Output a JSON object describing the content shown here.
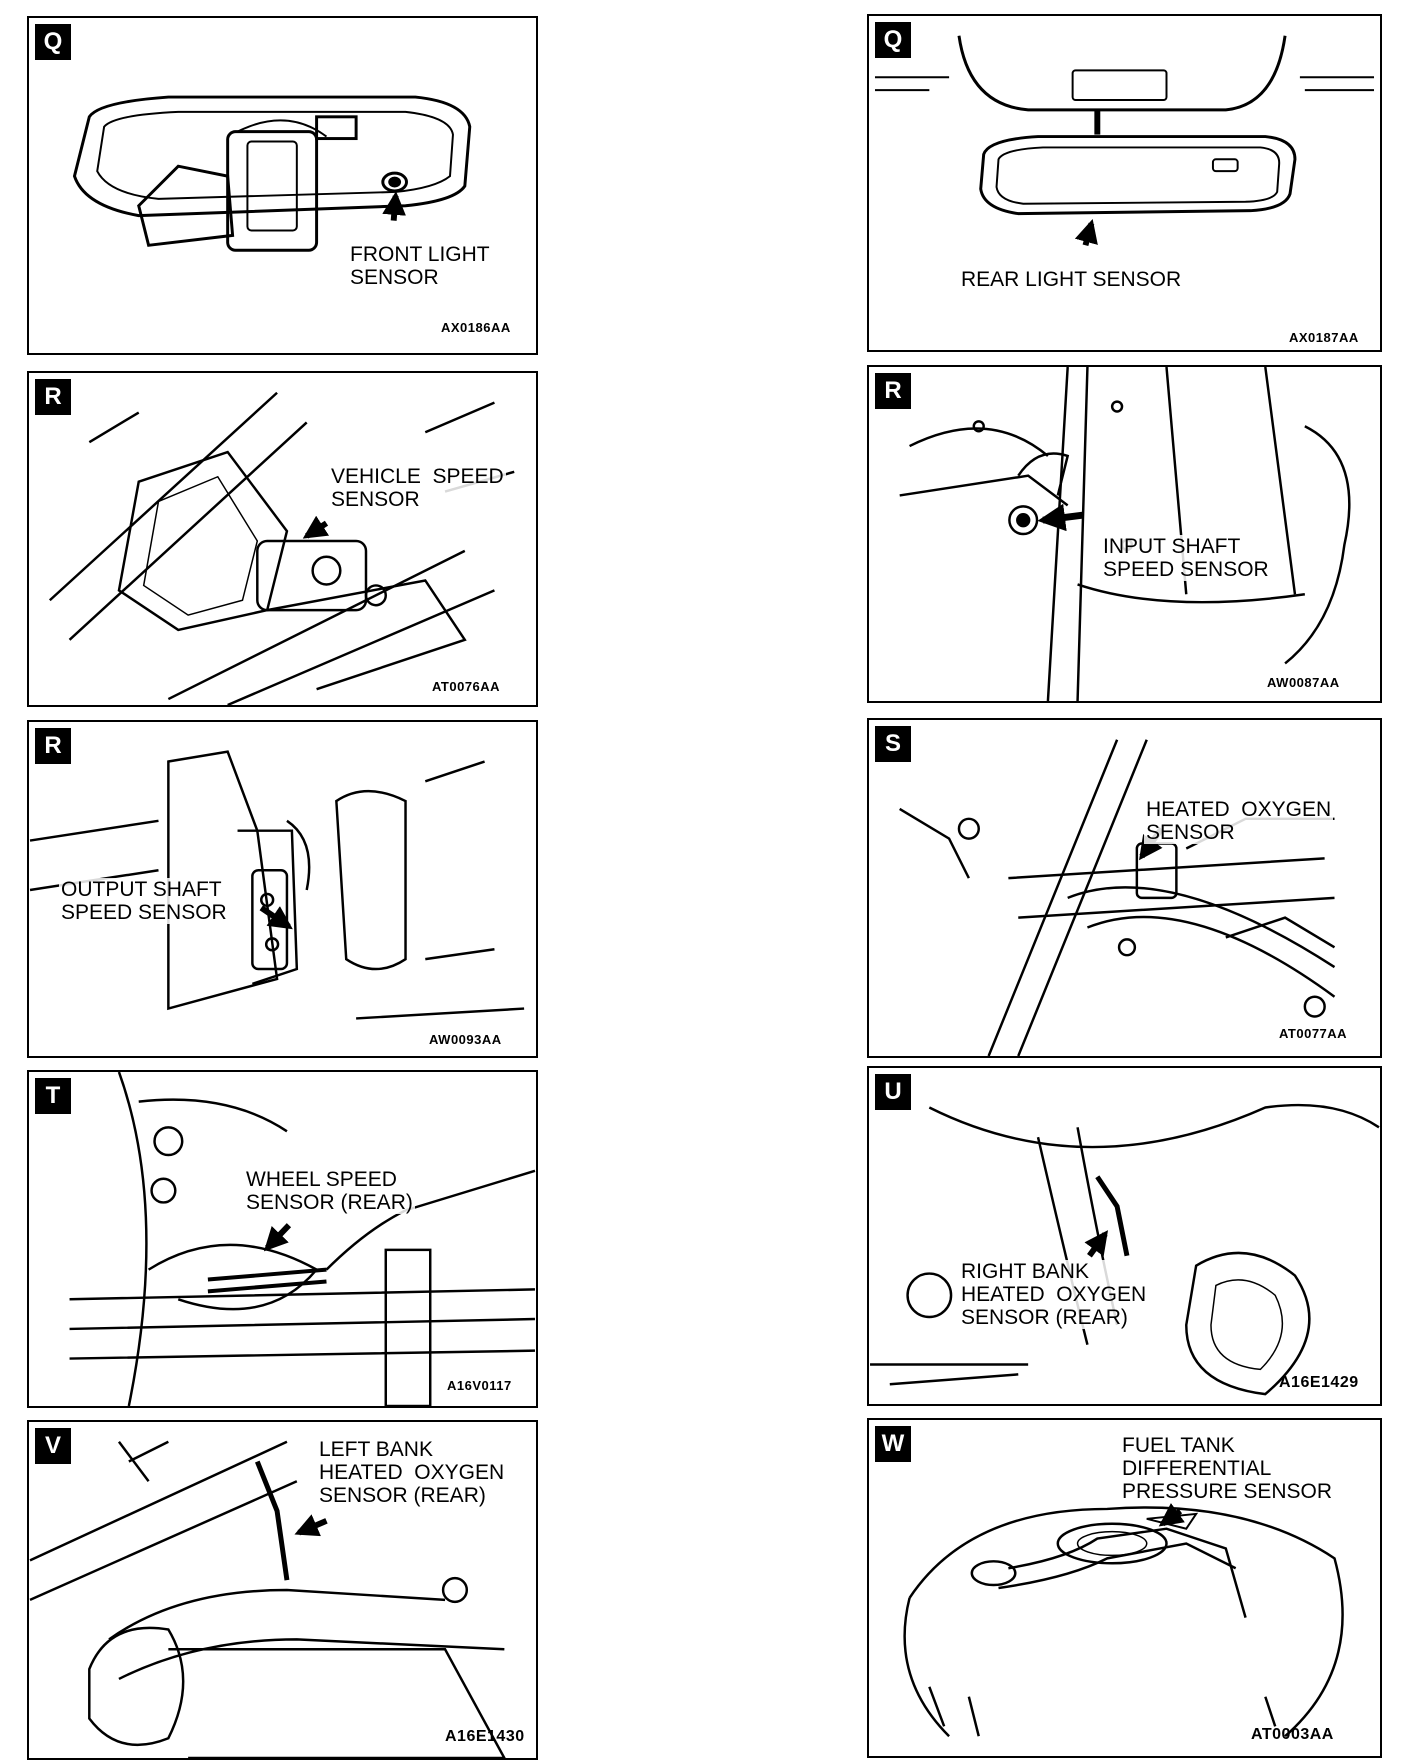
{
  "panels": [
    {
      "id": "q1",
      "letter": "Q",
      "callout": "FRONT LIGHT\nSENSOR",
      "code": "AX0186AA"
    },
    {
      "id": "q2",
      "letter": "Q",
      "callout": "REAR LIGHT SENSOR",
      "code": "AX0187AA"
    },
    {
      "id": "r1",
      "letter": "R",
      "callout": "VEHICLE  SPEED\nSENSOR",
      "code": "AT0076AA"
    },
    {
      "id": "r2",
      "letter": "R",
      "callout": "INPUT SHAFT\nSPEED SENSOR",
      "code": "AW0087AA"
    },
    {
      "id": "r3",
      "letter": "R",
      "callout": "OUTPUT SHAFT\nSPEED SENSOR",
      "code": "AW0093AA"
    },
    {
      "id": "s",
      "letter": "S",
      "callout": "HEATED  OXYGEN\nSENSOR",
      "code": "AT0077AA"
    },
    {
      "id": "t",
      "letter": "T",
      "callout": "WHEEL SPEED\nSENSOR (REAR)",
      "code": "A16V0117"
    },
    {
      "id": "u",
      "letter": "U",
      "callout": "RIGHT BANK\nHEATED  OXYGEN\nSENSOR (REAR)",
      "code": "A16E1429"
    },
    {
      "id": "v",
      "letter": "V",
      "callout": "LEFT BANK\nHEATED  OXYGEN\nSENSOR (REAR)",
      "code": "A16E1430"
    },
    {
      "id": "w",
      "letter": "W",
      "callout": "FUEL TANK\nDIFFERENTIAL\nPRESSURE SENSOR",
      "code": "AT0003AA"
    }
  ]
}
